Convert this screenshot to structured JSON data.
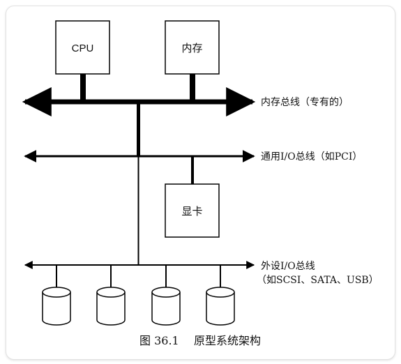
{
  "components": {
    "cpu": "CPU",
    "memory": "内存",
    "graphics": "显卡"
  },
  "buses": {
    "memory_bus": "内存总线（专有的）",
    "general_io_bus": "通用I/O总线（如PCI）",
    "peripheral_bus_line1": "外设I/O总线",
    "peripheral_bus_line2": "（如SCSI、SATA、USB）"
  },
  "caption": {
    "number": "图 36.1",
    "title": "原型系统架构"
  },
  "disk_count": 4
}
